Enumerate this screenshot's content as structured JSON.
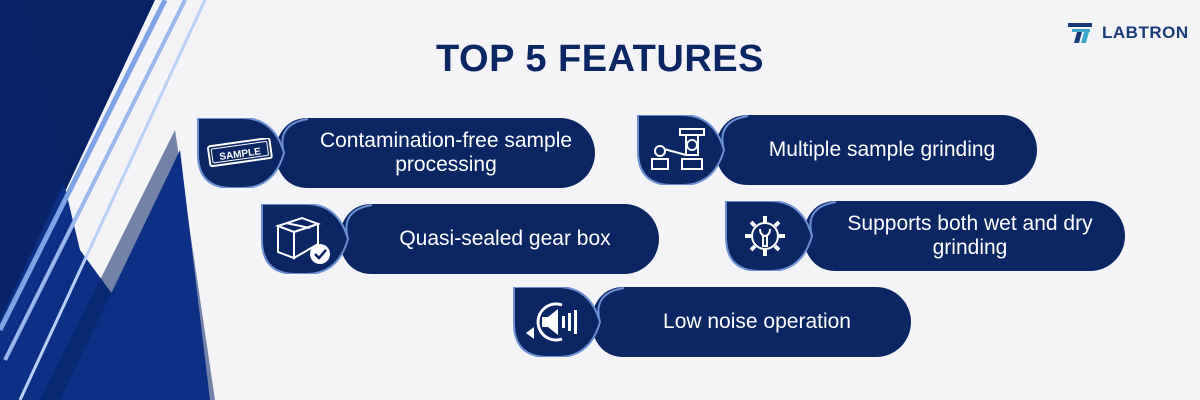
{
  "brand": {
    "name": "LABTRON",
    "logo_icon": "labtron-logo-icon"
  },
  "title": "TOP 5 FEATURES",
  "colors": {
    "navy": "#0c2563",
    "accent_blue": "#6b8fd1",
    "background": "#f4f4f6",
    "text_on_navy": "#ffffff"
  },
  "features": [
    {
      "label": "Contamination-free sample processing",
      "icon": "sample-stamp-icon",
      "stamp_text": "SAMPLE"
    },
    {
      "label": "Multiple sample grinding",
      "icon": "grinding-mill-icon"
    },
    {
      "label": "Quasi-sealed gear box",
      "icon": "sealed-box-icon"
    },
    {
      "label": "Supports both wet and dry grinding",
      "icon": "gear-wrench-icon"
    },
    {
      "label": "Low noise operation",
      "icon": "low-noise-speaker-icon"
    }
  ]
}
